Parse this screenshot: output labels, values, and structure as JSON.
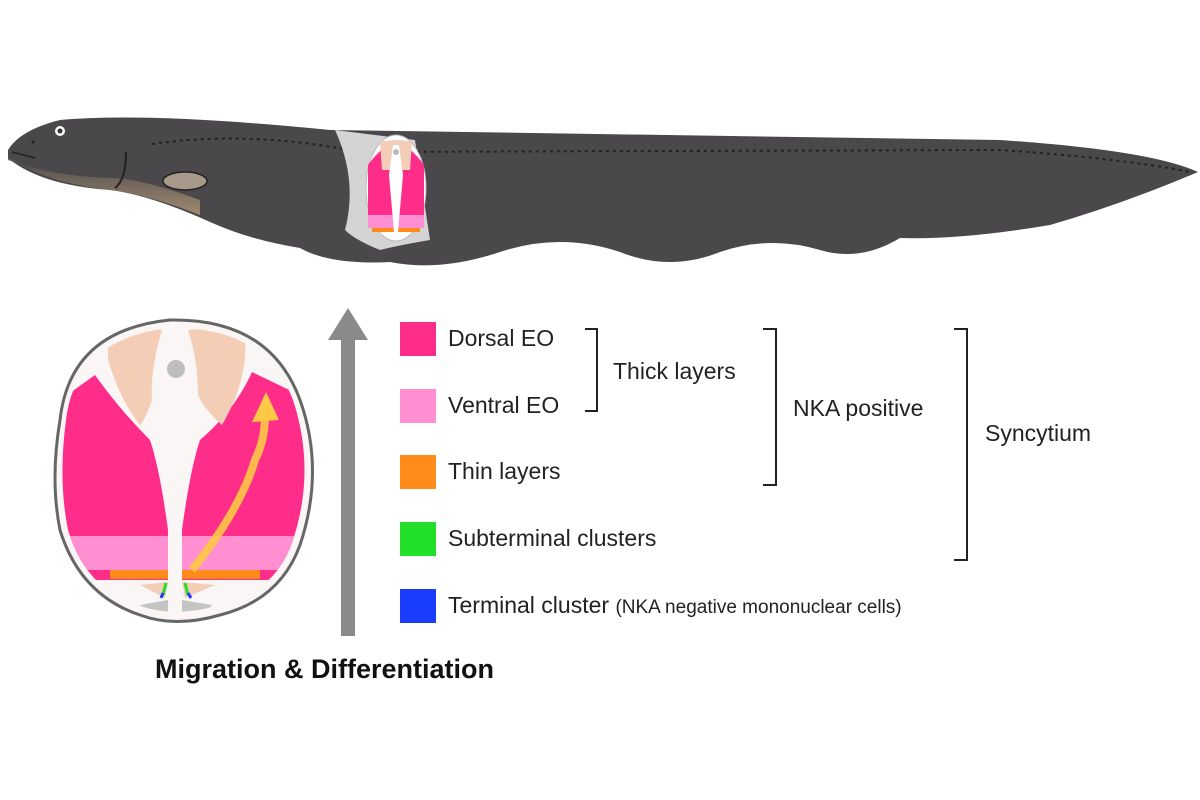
{
  "legend": [
    {
      "label": "Dorsal EO",
      "color": "#ff2d8a"
    },
    {
      "label": "Ventral EO",
      "color": "#ff8fd0"
    },
    {
      "label": "Thin layers",
      "color": "#ff8c1a"
    },
    {
      "label": "Subterminal clusters",
      "color": "#22e02a"
    },
    {
      "label": "Terminal cluster",
      "note": "(NKA negative mononuclear cells)",
      "color": "#1a3cff"
    }
  ],
  "groups": {
    "thick": "Thick layers",
    "nka": "NKA positive",
    "syncytium": "Syncytium"
  },
  "arrow_label": "Migration & Differentiation",
  "colors": {
    "eel": "#4a484a",
    "skin": "#f3cdb6",
    "gray": "#bdbdbd",
    "migration": "#ffc845",
    "arrow": "#8a8a8c"
  }
}
